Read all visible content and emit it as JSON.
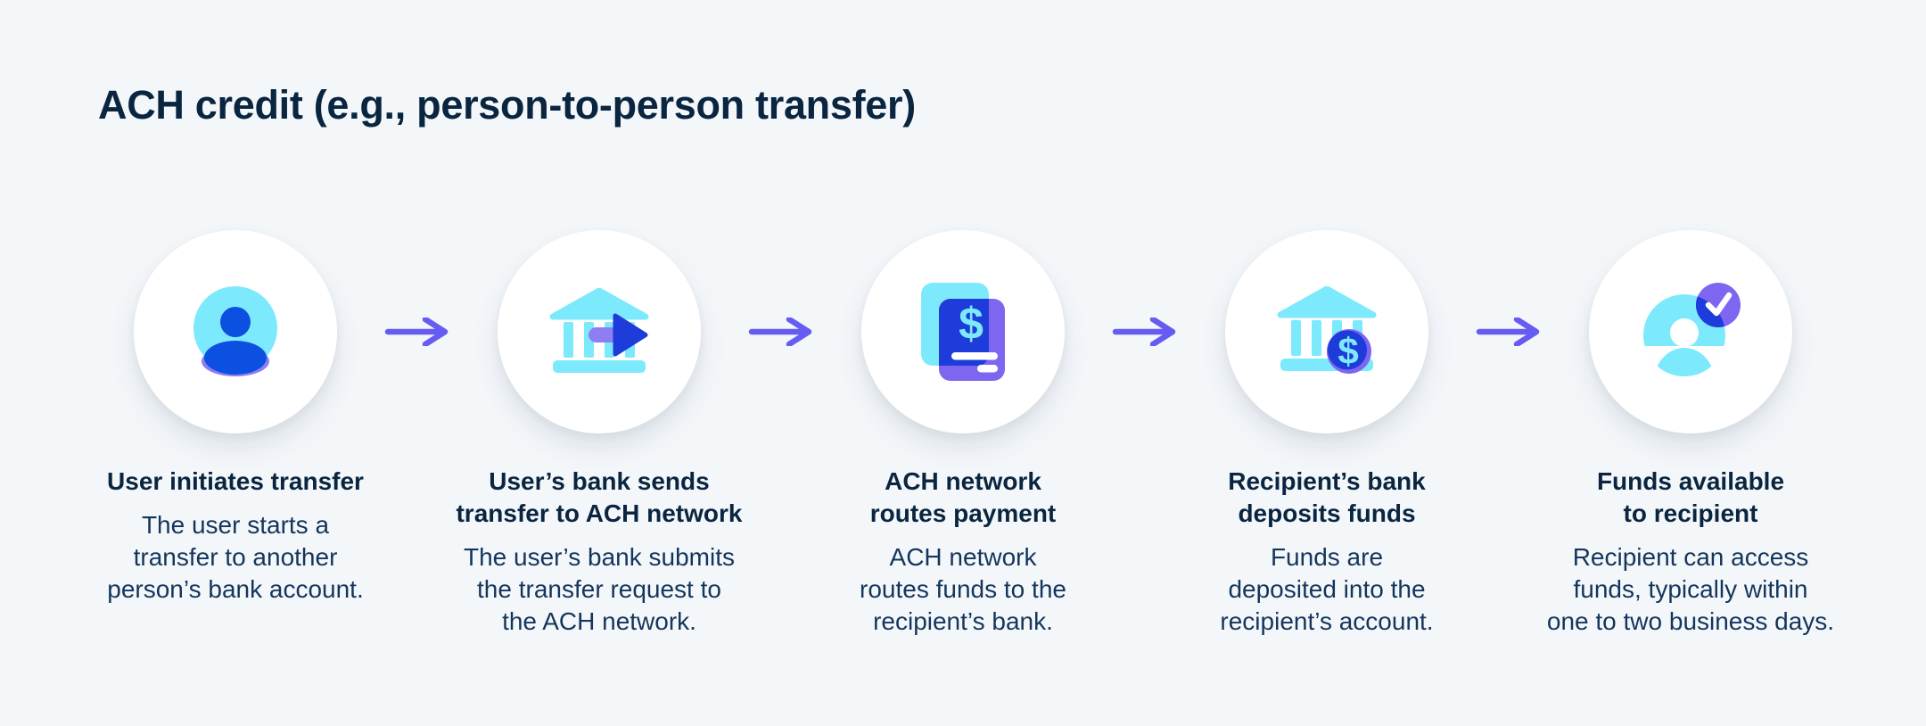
{
  "header": {
    "title": "ACH credit (e.g., person-to-person transfer)"
  },
  "theme": {
    "bg": "#F4F7FA",
    "card": "#FFFFFF",
    "navy": "#0A2540",
    "text": "#14355C",
    "cyan": "#7DE9FC",
    "blue": "#0B50E0",
    "blue-deep": "#1E3CD9",
    "purple": "#7E66F1",
    "purple-light": "#8F7DF2",
    "arrow": "#675CF2",
    "white": "#FFFFFF"
  },
  "steps": [
    {
      "icon": "user-avatar-icon",
      "title_lines": [
        "User initiates transfer"
      ],
      "body_lines": [
        "The user starts a",
        "transfer to another",
        "person’s bank account."
      ]
    },
    {
      "icon": "bank-send-arrow-icon",
      "title_lines": [
        "User’s bank sends",
        "transfer to ACH network"
      ],
      "body_lines": [
        "The user’s bank submits",
        "the transfer request to",
        "the ACH network."
      ]
    },
    {
      "icon": "payment-documents-icon",
      "title_lines": [
        "ACH network",
        "routes payment"
      ],
      "body_lines": [
        "ACH network",
        "routes funds to the",
        "recipient’s bank."
      ]
    },
    {
      "icon": "bank-coin-deposit-icon",
      "title_lines": [
        "Recipient’s bank",
        "deposits funds"
      ],
      "body_lines": [
        "Funds are",
        "deposited into the",
        "recipient’s account."
      ]
    },
    {
      "icon": "recipient-verified-icon",
      "title_lines": [
        "Funds available",
        "to recipient"
      ],
      "body_lines": [
        "Recipient can access",
        "funds, typically within",
        "one to two business days."
      ]
    }
  ],
  "connector": {
    "icon": "right-arrow-icon"
  }
}
